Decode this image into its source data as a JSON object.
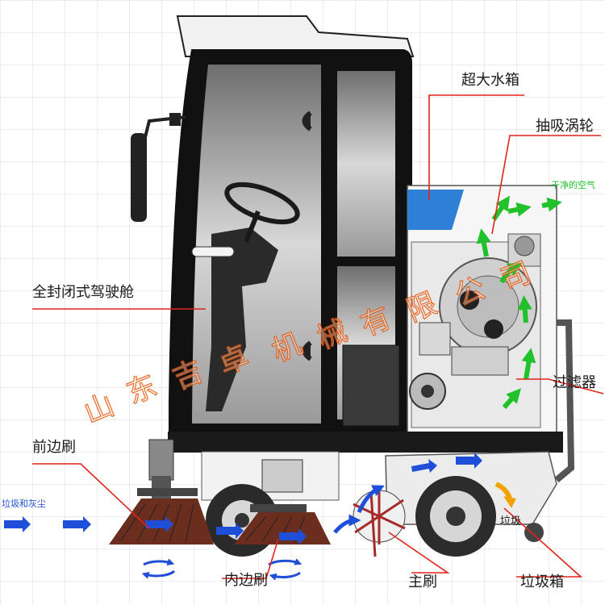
{
  "labels": {
    "water_tank": "超大水箱",
    "turbine": "抽吸涡轮",
    "clean_air": "干净的空气",
    "cabin": "全封闭式驾驶舱",
    "filter": "过滤器",
    "front_brush": "前边刷",
    "dust_in": "垃圾和灰尘",
    "inner_brush": "内边刷",
    "main_brush": "主刷",
    "garbage_box": "垃圾箱",
    "garbage_in_box": "垃圾"
  },
  "watermark": "山东吉卓机械有限公司",
  "colors": {
    "leader": "#e2231a",
    "dust_arrow": "#1f4fd8",
    "air_arrow": "#21c12b",
    "tank": "#2e7fd6",
    "watermark": "#e85a10"
  }
}
